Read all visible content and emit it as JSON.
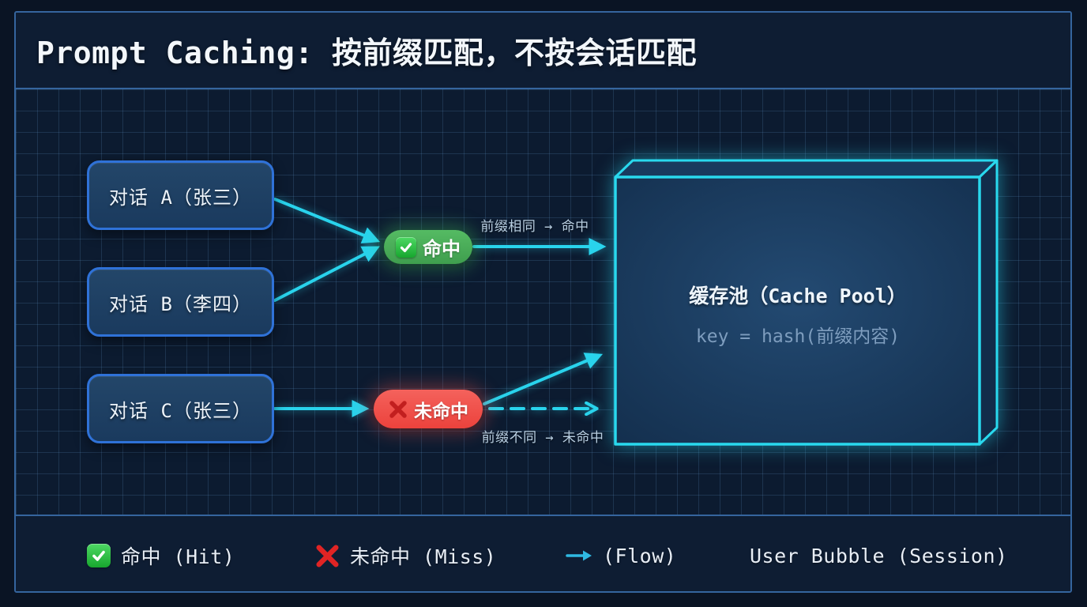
{
  "title": "Prompt Caching: 按前缀匹配，不按会话匹配",
  "sessions": [
    {
      "label": "对话 A（张三）"
    },
    {
      "label": "对话 B（李四）"
    },
    {
      "label": "对话 C（张三）"
    }
  ],
  "badges": {
    "hit": {
      "icon": "check-icon",
      "label": "命中"
    },
    "miss": {
      "icon": "x-icon",
      "label": "未命中"
    }
  },
  "flow_labels": {
    "hit": "前缀相同 → 命中",
    "miss": "前缀不同 → 未命中"
  },
  "cache_pool": {
    "title": "缓存池（Cache Pool）",
    "formula": "key = hash(前缀内容)"
  },
  "legend": {
    "hit": "命中 (Hit)",
    "miss": "未命中 (Miss)",
    "flow": "(Flow)",
    "session": "User Bubble (Session)"
  },
  "colors": {
    "page_background": "#0a1424",
    "panel_background": "#0e1d33",
    "grid_background": "#0c1b30",
    "frame_border": "#35659e",
    "accent_cyan": "#29d3ec",
    "session_border_blue": "#2f72d8",
    "hit_green": "#4bb05a",
    "miss_red": "#ef5149",
    "text_primary": "#eef4fa",
    "text_muted": "#7e9dbe",
    "label_blue_gray": "#b9cfe2"
  }
}
